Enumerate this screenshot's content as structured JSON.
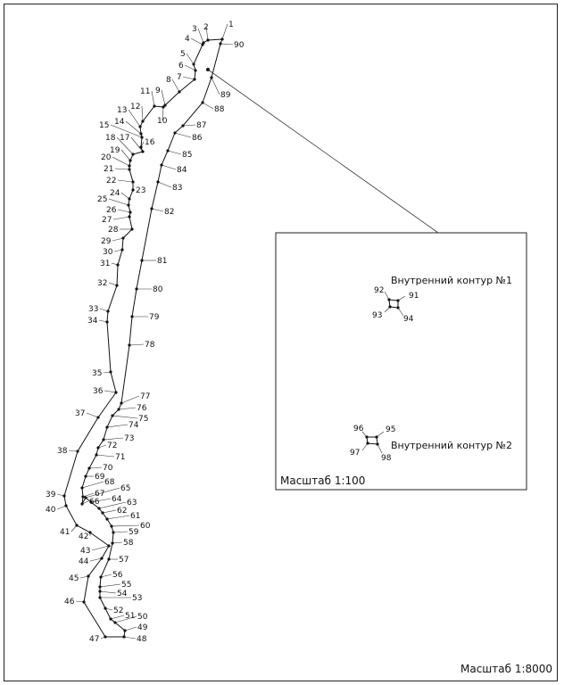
{
  "main_scale": "Масштаб 1:8000",
  "inset": {
    "scale": "Масштаб 1:100",
    "contour1": {
      "label": "Внутренний контур №1",
      "points": [
        "91",
        "92",
        "93",
        "94"
      ]
    },
    "contour2": {
      "label": "Внутренний контур №2",
      "points": [
        "95",
        "96",
        "97",
        "98"
      ]
    }
  },
  "points": [
    "1",
    "2",
    "3",
    "4",
    "5",
    "6",
    "7",
    "8",
    "9",
    "10",
    "11",
    "12",
    "13",
    "14",
    "15",
    "16",
    "17",
    "18",
    "19",
    "20",
    "21",
    "22",
    "23",
    "24",
    "25",
    "26",
    "27",
    "28",
    "29",
    "30",
    "31",
    "32",
    "33",
    "34",
    "35",
    "36",
    "37",
    "38",
    "39",
    "40",
    "41",
    "42",
    "43",
    "44",
    "45",
    "46",
    "47",
    "48",
    "49",
    "50",
    "51",
    "52",
    "53",
    "54",
    "55",
    "56",
    "57",
    "58",
    "59",
    "60",
    "61",
    "62",
    "63",
    "64",
    "65",
    "66",
    "67",
    "68",
    "69",
    "70",
    "71",
    "72",
    "73",
    "74",
    "75",
    "76",
    "77",
    "78",
    "79",
    "80",
    "81",
    "82",
    "83",
    "84",
    "85",
    "86",
    "87",
    "88",
    "89",
    "90"
  ]
}
